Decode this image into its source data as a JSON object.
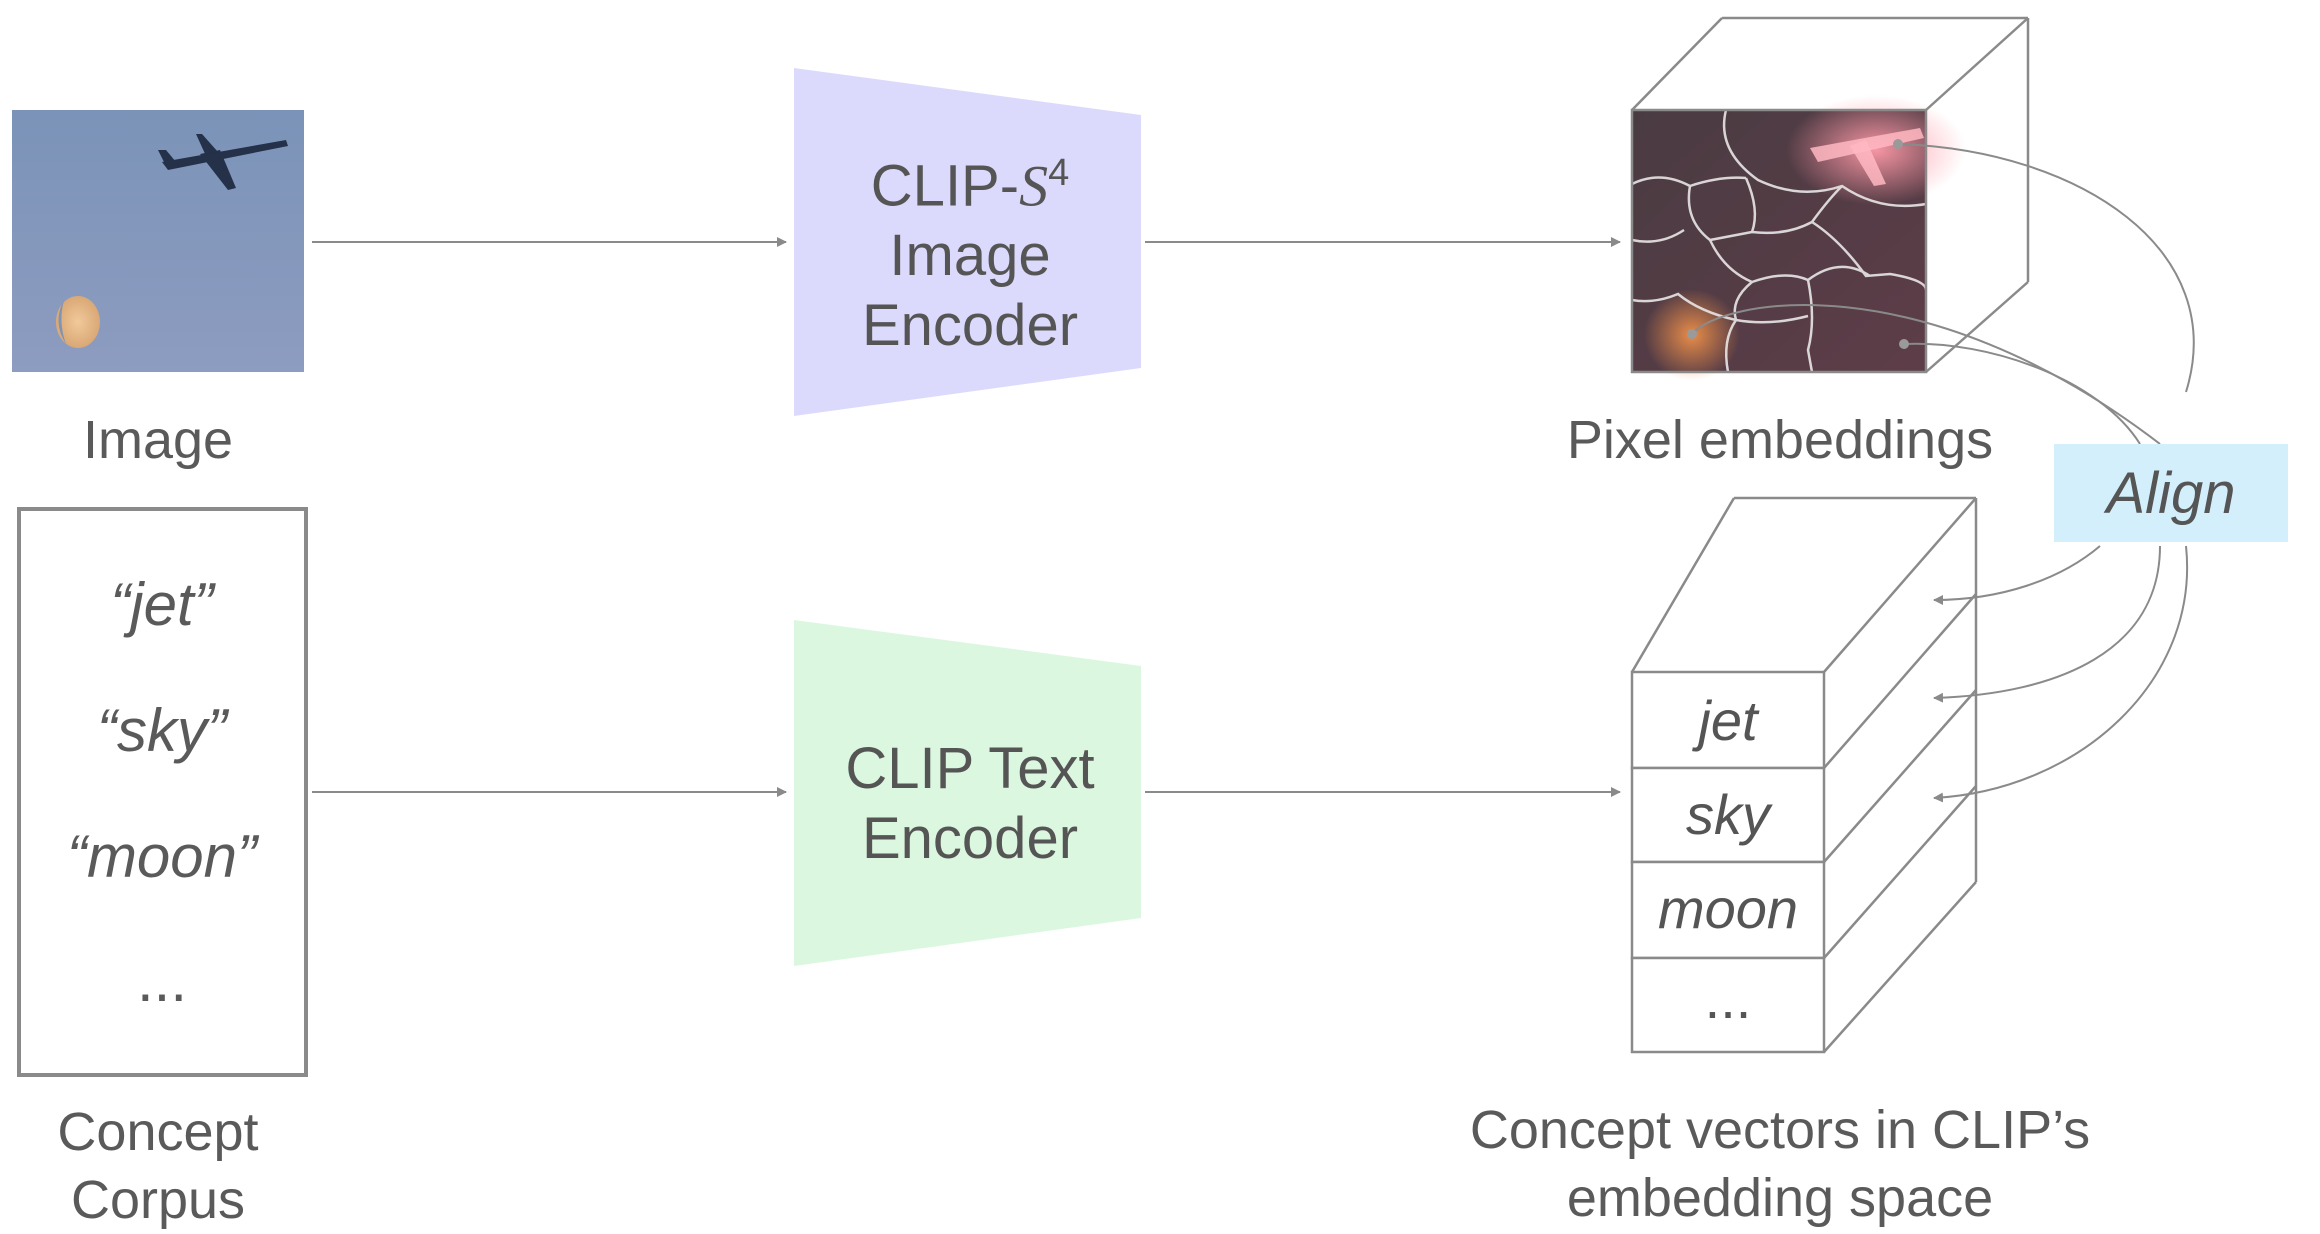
{
  "image_label": "Image",
  "corpus": {
    "items": [
      "“jet”",
      "“sky”",
      "“moon”",
      "..."
    ],
    "label_line1": "Concept",
    "label_line2": "Corpus"
  },
  "image_encoder": {
    "line1_prefix": "CLIP-",
    "line1_symbol": "S",
    "line1_sup": "4",
    "line2": "Image",
    "line3": "Encoder",
    "color": "#dcdafc"
  },
  "text_encoder": {
    "line1": "CLIP Text",
    "line2": "Encoder",
    "color": "#dcf7df"
  },
  "pixel_embeddings_label": "Pixel embeddings",
  "align_label": "Align",
  "align_color": "#d3effb",
  "concept_stack": {
    "items": [
      "jet",
      "sky",
      "moon",
      "..."
    ],
    "label_line1": "Concept vectors in CLIP’s",
    "label_line2": "embedding space"
  },
  "line_color": "#8a8a8a"
}
